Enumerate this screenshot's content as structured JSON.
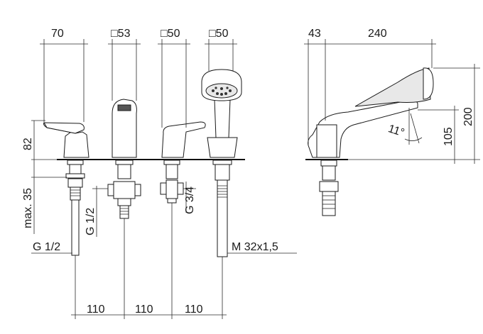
{
  "front_view": {
    "top_dims": {
      "left_handle_width": "70",
      "spout_square": "□53",
      "right_handle_square": "□50",
      "shower_square": "□50"
    },
    "height_above_deck": "82",
    "max_deck_thickness": "max. 35",
    "connection_left_pipe": "G 1/2",
    "connection_mixer": "G 1/2",
    "connection_valve": "G 3/4",
    "connection_hose": "M 32x1,5",
    "spacings": [
      "110",
      "110",
      "110"
    ]
  },
  "side_view": {
    "top_dims": {
      "offset": "43",
      "projection": "240"
    },
    "total_height": "200",
    "spout_height": "105",
    "spout_angle": "11°"
  }
}
